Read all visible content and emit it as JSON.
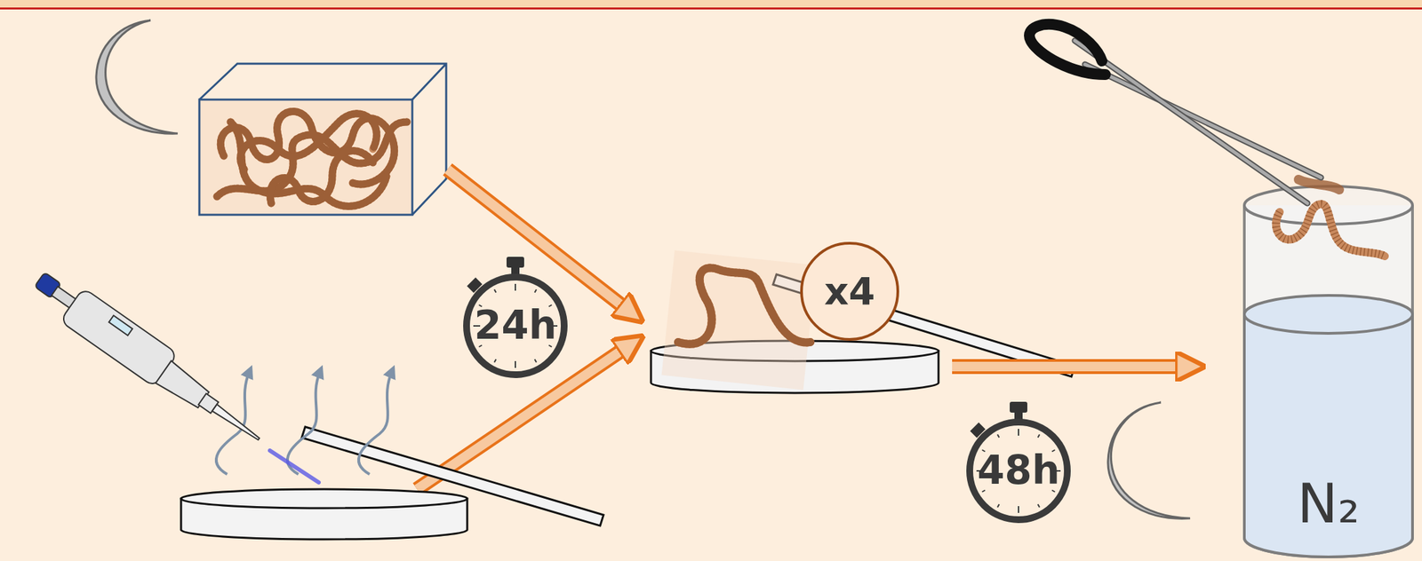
{
  "diagram": {
    "nodes": [
      {
        "text": [
          "24h"
        ]
      },
      {
        "text": [
          "x4"
        ]
      },
      {
        "text": [
          "48h"
        ]
      },
      {
        "text": [
          "N₂"
        ]
      }
    ]
  }
}
